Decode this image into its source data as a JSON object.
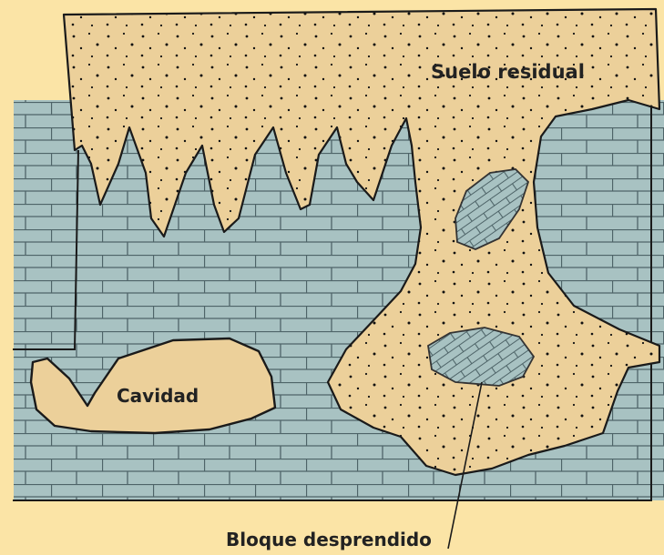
{
  "labels": {
    "residual_soil": "Suelo residual",
    "cavity": "Cavidad",
    "detached_block": "Bloque desprendido"
  },
  "colors": {
    "background": "#fbe4a6",
    "soil": "#ecd09a",
    "rock": "#a8c2c2",
    "brick_lines": "#4e6468",
    "outline": "#1a1a1a"
  }
}
